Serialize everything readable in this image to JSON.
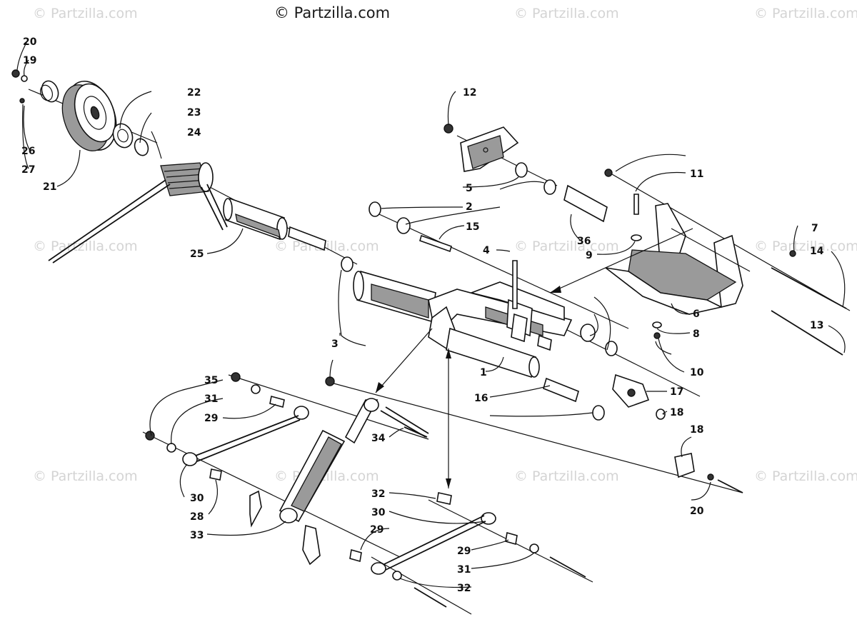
{
  "copyright": "© Partzilla.com",
  "watermark": "© Partzilla.com",
  "callouts": [
    "20",
    "19",
    "26",
    "27",
    "21",
    "22",
    "23",
    "24",
    "25",
    "12",
    "5",
    "2",
    "15",
    "4",
    "3",
    "36",
    "11",
    "9",
    "7",
    "14",
    "6",
    "8",
    "10",
    "13",
    "1",
    "16",
    "17",
    "18",
    "35",
    "31",
    "29",
    "34",
    "30",
    "28",
    "33",
    "32"
  ]
}
